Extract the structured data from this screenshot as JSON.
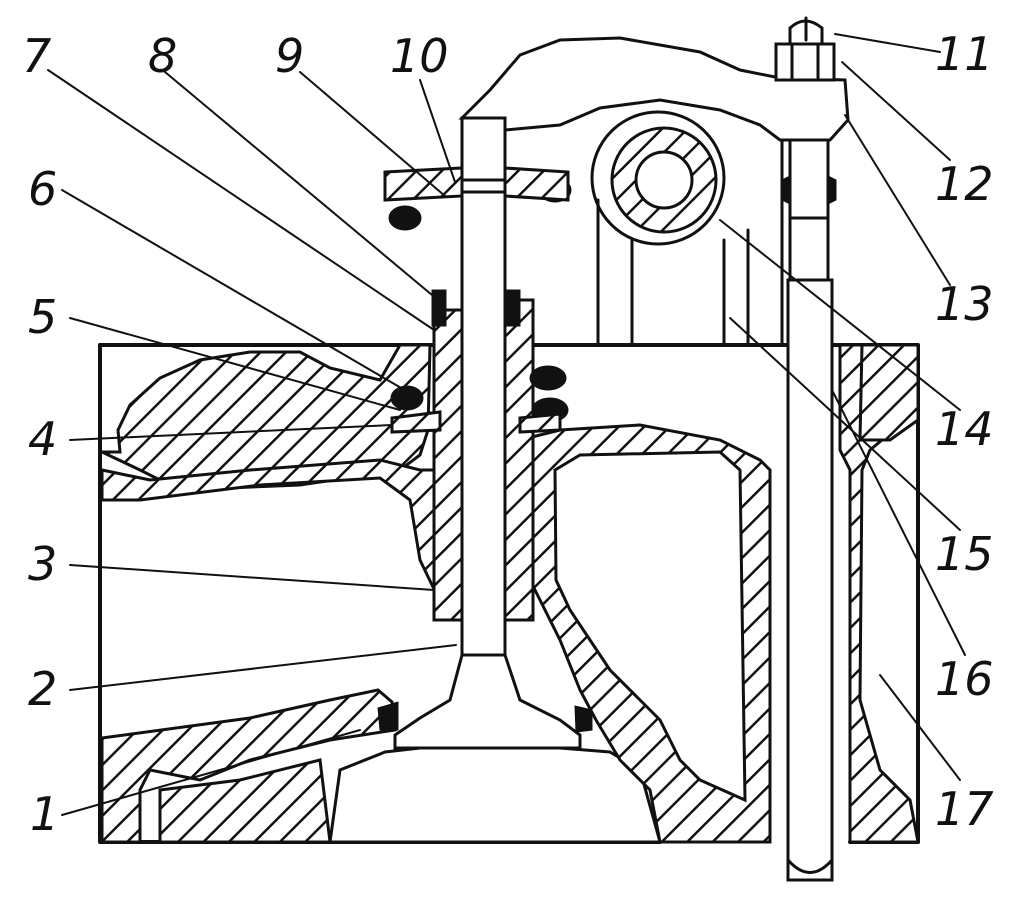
{
  "labels": [
    {
      "id": "1",
      "text": "1"
    },
    {
      "id": "2",
      "text": "2"
    },
    {
      "id": "3",
      "text": "3"
    },
    {
      "id": "4",
      "text": "4"
    },
    {
      "id": "5",
      "text": "5"
    },
    {
      "id": "6",
      "text": "6"
    },
    {
      "id": "7",
      "text": "7"
    },
    {
      "id": "8",
      "text": "8"
    },
    {
      "id": "9",
      "text": "9"
    },
    {
      "id": "10",
      "text": "10"
    },
    {
      "id": "11",
      "text": "11"
    },
    {
      "id": "12",
      "text": "12"
    },
    {
      "id": "13",
      "text": "13"
    },
    {
      "id": "14",
      "text": "14"
    },
    {
      "id": "15",
      "text": "15"
    },
    {
      "id": "16",
      "text": "16"
    },
    {
      "id": "17",
      "text": "17"
    }
  ]
}
